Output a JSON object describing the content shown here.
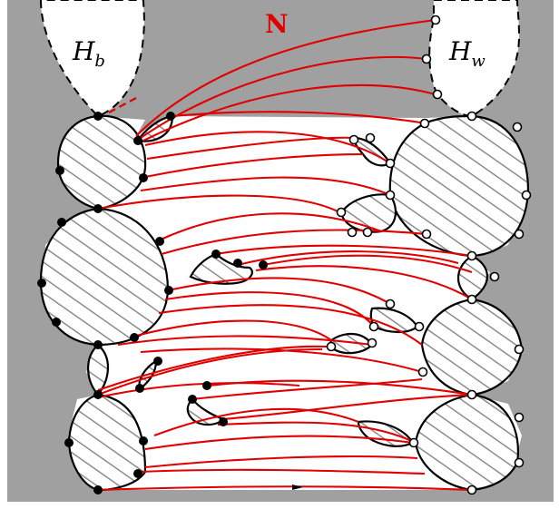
{
  "labels": {
    "hb_main": "H",
    "hb_sub": "b",
    "hw_main": "H",
    "hw_sub": "w",
    "network": "N"
  },
  "colors": {
    "background": "#a0a0a0",
    "region": "#ffffff",
    "hatch": "#8c8c8c",
    "edge": "#e00000",
    "outline": "#000000",
    "label_n": "#e00000"
  }
}
